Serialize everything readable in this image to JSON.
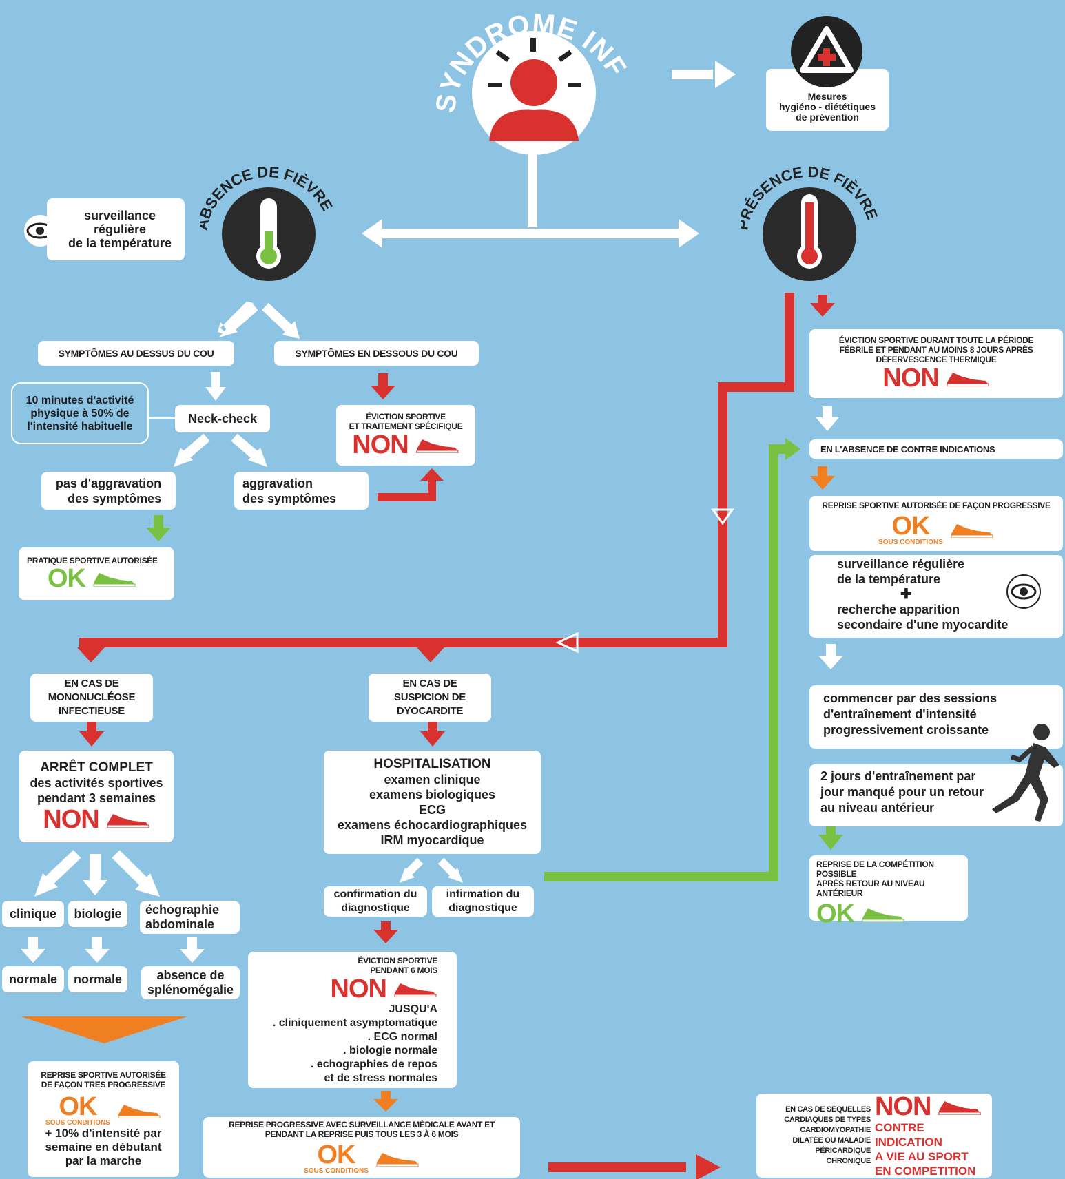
{
  "header": {
    "title": "SYNDROME INFECTIEUX"
  },
  "prevention": {
    "text": "Mesures\nhygiéno - diététiques\nde prévention"
  },
  "absence": {
    "title": "ABSENCE DE FIÈVRE"
  },
  "presence": {
    "title": "PRÉSENCE DE FIÈVRE"
  },
  "surveillance_left": {
    "text": "surveillance\nrégulière\nde la température"
  },
  "sym_above": "SYMPTÔMES AU DESSUS DU COU",
  "sym_below": "SYMPTÔMES EN DESSOUS DU COU",
  "ten_minutes": "10 minutes d'activité\nphysique à 50% de\nl'intensité habituelle",
  "neck_check": "Neck-check",
  "no_aggravation": "pas d'aggravation\ndes symptômes",
  "aggravation": "aggravation\ndes symptômes",
  "eviction_treatment": "ÉVICTION SPORTIVE\nET TRAITEMENT SPÉCIFIQUE",
  "non": "NON",
  "ok": "OK",
  "sous_conditions": "SOUS CONDITIONS",
  "pratique_autorisee": "PRATIQUE SPORTIVE AUTORISÉE",
  "fever_eviction": "ÉVICTION SPORTIVE DURANT TOUTE LA PÉRIODE\nFÉBRILE ET PENDANT AU MOINS 8 JOURS APRÈS\nDÉFERVESCENCE THERMIQUE",
  "no_contra": "EN L'ABSENCE DE CONTRE INDICATIONS",
  "reprise_progressive": "REPRISE SPORTIVE AUTORISÉE DE FAÇON PROGRESSIVE",
  "surveillance_right": {
    "line1": "surveillance régulière\nde la température",
    "plus": "✚",
    "line2": "recherche apparition\nsecondaire d'une myocardite"
  },
  "commencer": "commencer par des sessions\nd'entraînement d'intensité\nprogressivement croissante",
  "deux_jours": "2 jours d'entraînement par\njour manqué pour un retour\nau niveau antérieur",
  "reprise_competition": "REPRISE DE LA COMPÉTITION POSSIBLE\nAPRÈS RETOUR AU NIVEAU ANTÉRIEUR",
  "mono": "EN CAS DE\nMONONUCLÉOSE\nINFECTIEUSE",
  "myo": "EN CAS DE\nSUSPICION DE\nDYOCARDITE",
  "arret": {
    "title": "ARRÊT COMPLET",
    "text": "des activités sportives\npendant 3 semaines"
  },
  "hospital": {
    "title": "HOSPITALISATION",
    "text": "examen clinique\nexamens biologiques\nECG\nexamens échocardiographiques\nIRM myocardique"
  },
  "clinique": "clinique",
  "biologie": "biologie",
  "echographie": "échographie\nabdominale",
  "normale1": "normale",
  "normale2": "normale",
  "absence_spleno": "absence de\nsplénomégalie",
  "confirmation": "confirmation du\ndiagnostique",
  "infirmation": "infirmation du\ndiagnostique",
  "eviction_6mois": "ÉVICTION SPORTIVE\nPENDANT 6 MOIS",
  "jusqua": "JUSQU'A\n. cliniquement asymptomatique\n. ECG normal\n. biologie normale\n. echographies de repos\net de stress normales",
  "reprise_tres_progressive": "REPRISE SPORTIVE AUTORISÉE\nDE FAÇON TRES PROGRESSIVE",
  "plus10": "+ 10% d'intensité par\nsemaine en débutant\npar la marche",
  "reprise_surveillance": "REPRISE PROGRESSIVE AVEC SURVEILLANCE MÉDICALE AVANT ET\nPENDANT LA REPRISE PUIS TOUS LES 3 À 6 MOIS",
  "sequelles": "EN CAS DE SÉQUELLES\nCARDIAQUES DE TYPES\nCARDIOMYOPATHIE\nDILATÉE OU MALADIE\nPÉRICARDIQUE\nCHRONIQUE",
  "contre_indication": "CONTRE  INDICATION\nA VIE AU SPORT\nEN   COMPETITION",
  "colors": {
    "background": "#8dc3e3",
    "red": "#d8312e",
    "green": "#7ac143",
    "orange": "#f07f22",
    "white": "#ffffff",
    "dark": "#2a2a2a"
  },
  "icons": [
    "person-head-icon",
    "warning-cross-icon",
    "thermometer-green-icon",
    "thermometer-red-icon",
    "eye-icon",
    "shoe-icon",
    "runner-icon"
  ]
}
